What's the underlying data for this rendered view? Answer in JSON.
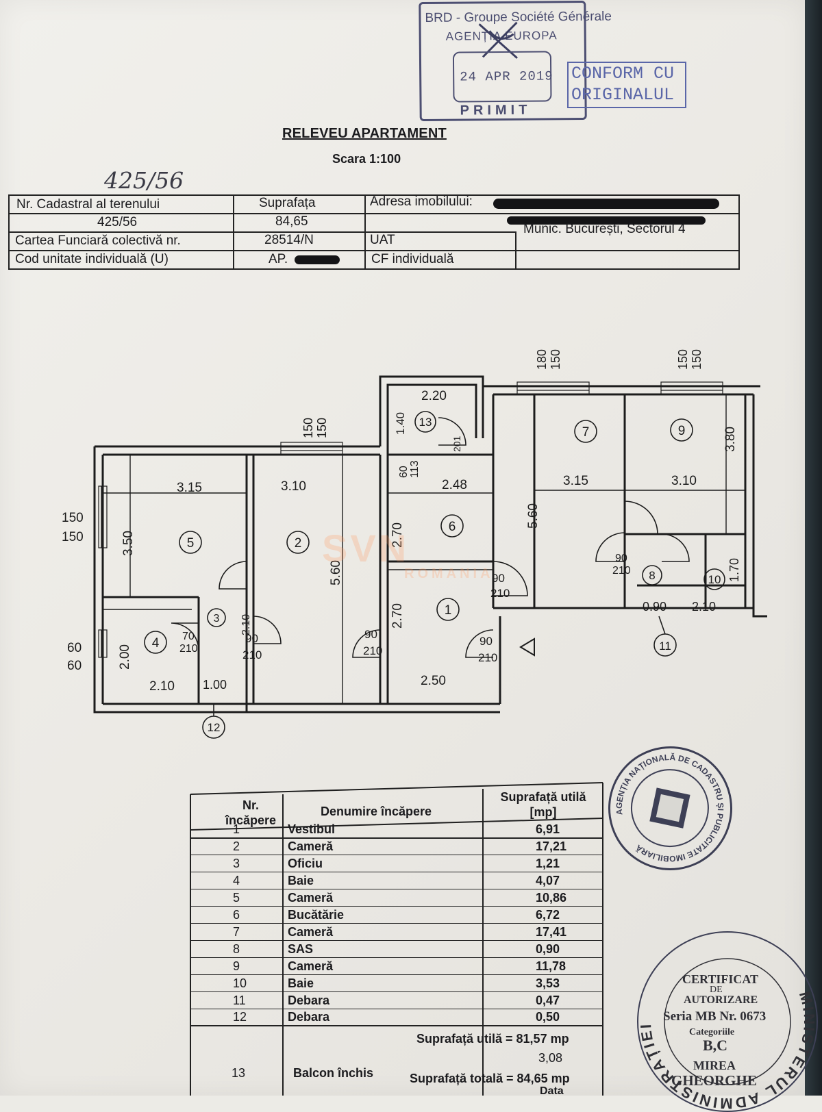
{
  "stamp_brd": {
    "line1": "BRD - Groupe Société Générale",
    "line2": "AGENȚIA EUROPA",
    "date": "24 APR 2019",
    "status": "PRIMIT"
  },
  "stamp_conform": {
    "line1": "CONFORM CU",
    "line2": "ORIGINALUL"
  },
  "header": {
    "title": "RELEVEU APARTAMENT",
    "scale": "Scara 1:100",
    "handwritten": "425/56"
  },
  "cadastral": {
    "row1": {
      "label": "Nr. Cadastral al terenului",
      "surface_label": "Suprafața",
      "address_label": "Adresa imobilului:"
    },
    "row2": {
      "cad_number": "425/56",
      "surface": "84,65"
    },
    "row3": {
      "label": "Cartea Funciară colectivă nr.",
      "cf_number": "28514/N",
      "uat_label": "UAT",
      "uat_value": "Munic. București, Sectorul 4"
    },
    "row4": {
      "label": "Cod unitate individuală (U)",
      "unit": "AP.",
      "cf_individual": "CF individuală"
    }
  },
  "watermark": {
    "brand": "SVN",
    "sub": "ROMANIA"
  },
  "plan": {
    "dimensions": [
      "3.15",
      "3.10",
      "2.48",
      "3.15",
      "3.10",
      "2.20",
      "1.40",
      "3.50",
      "5.60",
      "2.70",
      "2.70",
      "5.60",
      "3.80",
      "2.00",
      "2.10",
      "1.00",
      "2.50",
      "0.90",
      "2.10",
      "1.70",
      "2.10",
      "60",
      "113",
      "90",
      "210",
      "70",
      "150",
      "180",
      "60",
      "201"
    ],
    "room_numbers": [
      "1",
      "2",
      "3",
      "4",
      "5",
      "6",
      "7",
      "8",
      "9",
      "10",
      "11",
      "12",
      "13"
    ]
  },
  "rooms_table": {
    "headers": {
      "nr": "Nr. încăpere",
      "name": "Denumire încăpere",
      "area": "Suprafață utilă [mp]"
    },
    "rows": [
      {
        "nr": "1",
        "name": "Vestibul",
        "area": "6,91"
      },
      {
        "nr": "2",
        "name": "Cameră",
        "area": "17,21"
      },
      {
        "nr": "3",
        "name": "Oficiu",
        "area": "1,21"
      },
      {
        "nr": "4",
        "name": "Baie",
        "area": "4,07"
      },
      {
        "nr": "5",
        "name": "Cameră",
        "area": "10,86"
      },
      {
        "nr": "6",
        "name": "Bucătărie",
        "area": "6,72"
      },
      {
        "nr": "7",
        "name": "Cameră",
        "area": "17,41"
      },
      {
        "nr": "8",
        "name": "SAS",
        "area": "0,90"
      },
      {
        "nr": "9",
        "name": "Cameră",
        "area": "11,78"
      },
      {
        "nr": "10",
        "name": "Baie",
        "area": "3,53"
      },
      {
        "nr": "11",
        "name": "Debara",
        "area": "0,47"
      },
      {
        "nr": "12",
        "name": "Debara",
        "area": "0,50"
      }
    ],
    "useful_total": "Suprafață utilă = 81,57 mp",
    "balcony": {
      "nr": "13",
      "name": "Balcon închis",
      "area": "3,08"
    },
    "grand_total": "Suprafață totală = 84,65 mp",
    "footer_label": "Data"
  },
  "stamp_ancpi": {
    "ring": "AGENȚIA NAȚIONALĂ DE CADASTRU ȘI PUBLICITATE IMOBILIARĂ"
  },
  "stamp_ministry": {
    "ring": "MINISTERUL ADMINISTRAȚIEI PUBLICE",
    "line1": "CERTIFICAT",
    "line2": "DE",
    "line3": "AUTORIZARE",
    "series": "Seria MB Nr. 0673",
    "category_label": "Categoriile",
    "category": "B,C",
    "name1": "MIREA",
    "name2": "GHEORGHE"
  }
}
